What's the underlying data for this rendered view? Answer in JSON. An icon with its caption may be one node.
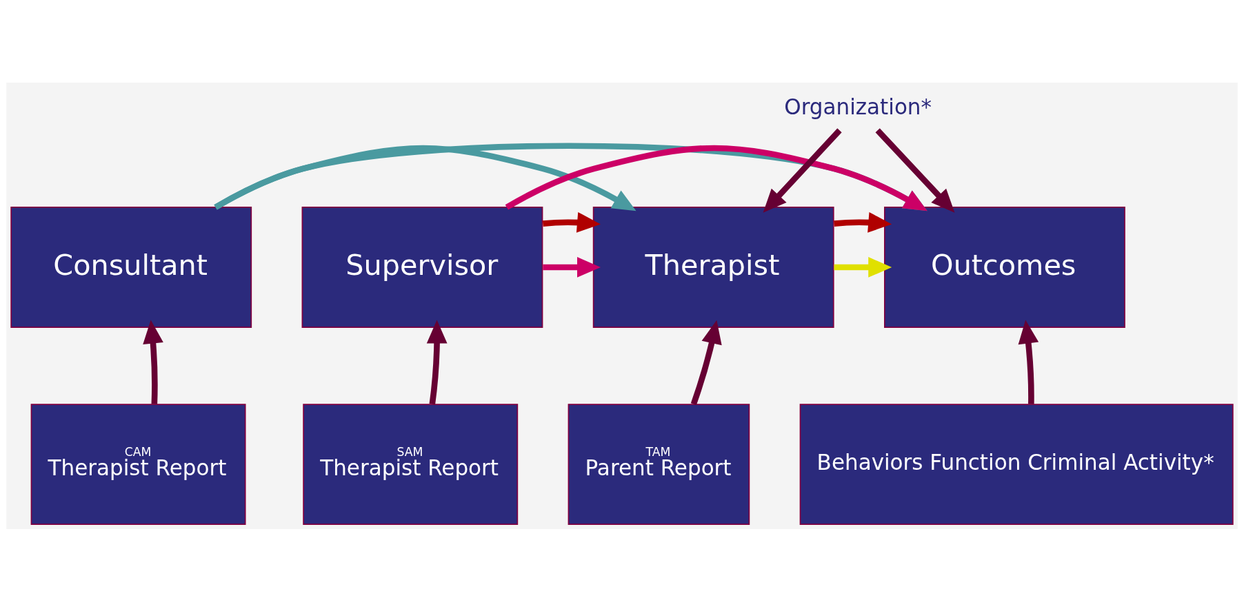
{
  "diagram": {
    "nodes": [
      {
        "text": [
          "Consultant"
        ]
      },
      {
        "text": [
          "Supervisor"
        ]
      },
      {
        "text": [
          "Therapist"
        ]
      },
      {
        "text": [
          "Outcomes"
        ]
      },
      {
        "text": [
          "CAM",
          "Therapist Report"
        ]
      },
      {
        "text": [
          "SAM",
          "Therapist Report"
        ]
      },
      {
        "text": [
          "TAM",
          "Parent Report"
        ]
      },
      {
        "text": [
          "Behaviors Function Criminal Activity*"
        ]
      },
      {
        "text": [
          "Organization*"
        ]
      }
    ],
    "edges": [
      {
        "from": 0,
        "to": 2,
        "arrow": "to",
        "color": "#4a9aa0"
      },
      {
        "from": 0,
        "to": 3,
        "arrow": "to",
        "color": "#4a9aa0"
      },
      {
        "from": 1,
        "to": 2,
        "arrow": "to",
        "color": "#cc0066"
      },
      {
        "from": 1,
        "to": 3,
        "arrow": "to",
        "color": "#cc0066"
      },
      {
        "from": 2,
        "to": 3,
        "arrow": "to",
        "color": "#e0e000"
      },
      {
        "from": 1,
        "to": 2,
        "arrow": "to",
        "color": "#b00000"
      },
      {
        "from": 2,
        "to": 3,
        "arrow": "to",
        "color": "#b00000"
      },
      {
        "from": 4,
        "to": 0,
        "arrow": "to"
      },
      {
        "from": 5,
        "to": 1,
        "arrow": "to"
      },
      {
        "from": 6,
        "to": 2,
        "arrow": "to"
      },
      {
        "from": 7,
        "to": 3,
        "arrow": "to"
      },
      {
        "from": 8,
        "to": 2,
        "arrow": "to"
      },
      {
        "from": 8,
        "to": 3,
        "arrow": "to"
      }
    ]
  }
}
